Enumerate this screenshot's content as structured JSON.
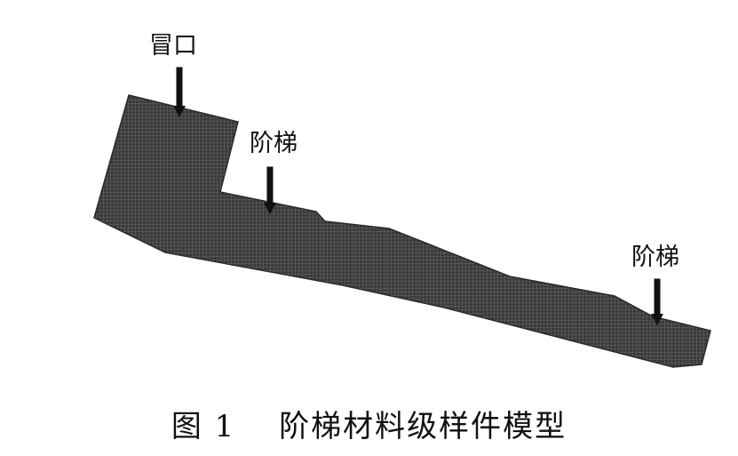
{
  "labels": {
    "riser": "冒口",
    "step_top": "阶梯",
    "step_right": "阶梯"
  },
  "caption": {
    "number": "图 1",
    "title": "阶梯材料级样件模型"
  },
  "colors": {
    "mesh": "#2b2b2b",
    "mesh_light": "#666666",
    "arrow": "#111111",
    "text": "#111111",
    "background": "#ffffff"
  }
}
